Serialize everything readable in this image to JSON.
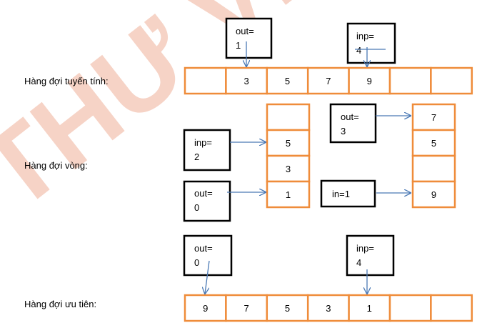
{
  "watermark": {
    "text": "THƯ VIỆN",
    "color": "#f6d3c6"
  },
  "colors": {
    "cell_border": "#ef8c3a",
    "box_border": "#000000",
    "arrow": "#4a79b5"
  },
  "linear_queue": {
    "label": "Hàng đợi tuyến tính:",
    "cells": [
      "",
      "3",
      "5",
      "7",
      "9",
      "",
      ""
    ],
    "out_box": [
      "out=",
      "1"
    ],
    "inp_box": [
      "inp=",
      "4"
    ]
  },
  "circular_queue": {
    "label": "Hàng đợi vòng:",
    "left_stack": [
      "",
      "5",
      "3",
      "1"
    ],
    "right_stack": [
      "7",
      "5",
      "",
      "9"
    ],
    "inp_box": [
      "inp=",
      "2"
    ],
    "out_box_left": [
      "out=",
      "0"
    ],
    "out_box_right": [
      "out=",
      "3"
    ],
    "in_box": [
      "in=1"
    ]
  },
  "priority_queue": {
    "label": "Hàng đợi ưu tiên:",
    "cells": [
      "9",
      "7",
      "5",
      "3",
      "1",
      "",
      ""
    ],
    "out_box": [
      "out=",
      "0"
    ],
    "inp_box": [
      "inp=",
      "4"
    ]
  }
}
